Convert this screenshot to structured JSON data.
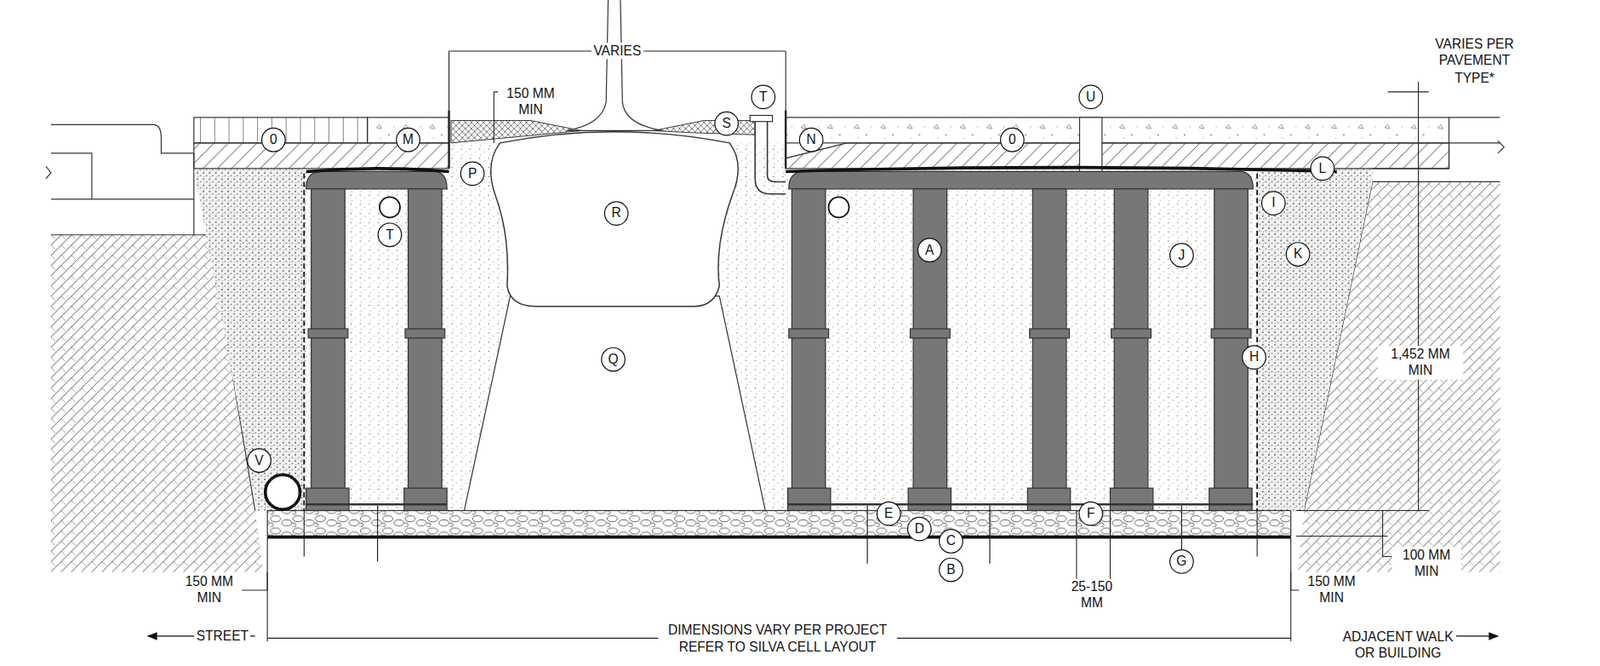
{
  "diagram": {
    "labels": [
      "VARIES",
      "150 MM MIN",
      "T",
      "U",
      "VARIES PER PAVEMENT TYPE*",
      "0",
      "M",
      "S",
      "N",
      "0",
      "L",
      "P",
      "R",
      "T",
      "I",
      "A",
      "J",
      "K",
      "Q",
      "H",
      "1,452 MM MIN",
      "V",
      "E",
      "F",
      "D",
      "C",
      "100 MM MIN",
      "B",
      "G",
      "150 MM MIN",
      "25-150 MM",
      "150 MM MIN",
      "DIMENSIONS VARY PER PROJECT REFER TO SILVA CELL LAYOUT",
      "STREET",
      "ADJACENT WALK OR BUILDING"
    ]
  }
}
